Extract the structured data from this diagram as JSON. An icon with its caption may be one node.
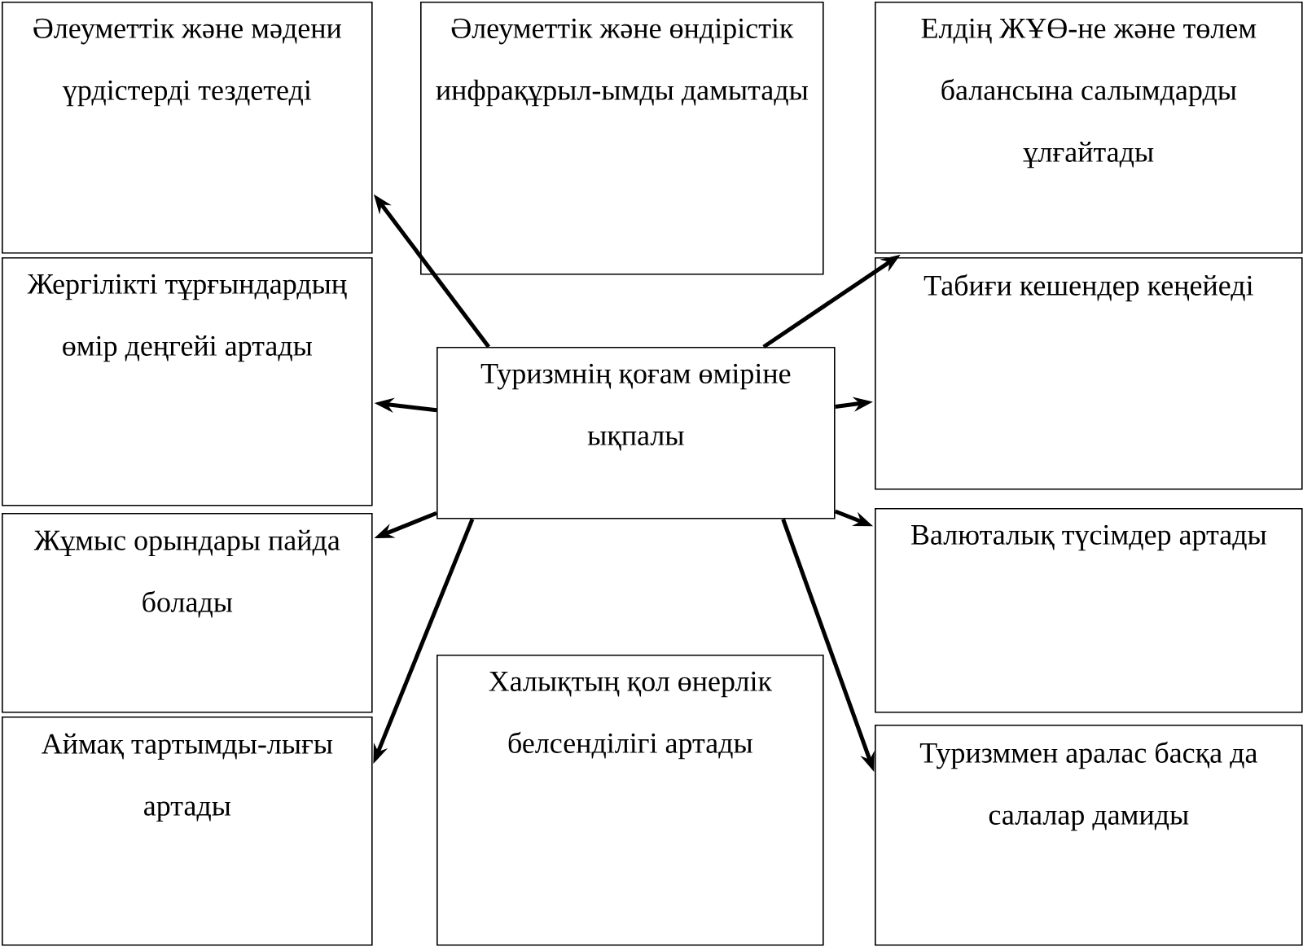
{
  "diagram": {
    "nodes": [
      {
        "text": [
          "Әлеуметтік және мәдени үрдістерді тездетеді"
        ]
      },
      {
        "text": [
          "Әлеуметтік және өндірістік инфрақұрыл-ымды дамытады"
        ]
      },
      {
        "text": [
          "Елдің ЖҰӨ-не және төлем балансына салымдарды ұлғайтады"
        ]
      },
      {
        "text": [
          "Жергілікті тұрғындардың өмір деңгейі артады"
        ]
      },
      {
        "text": [
          "Туризмнің қоғам өміріне ықпалы"
        ]
      },
      {
        "text": [
          "Табиғи кешендер кеңейеді"
        ]
      },
      {
        "text": [
          "Жұмыс орындары пайда болады"
        ]
      },
      {
        "text": [
          "Валюталық түсімдер артады"
        ]
      },
      {
        "text": [
          "Аймақ тартымды-лығы артады"
        ]
      },
      {
        "text": [
          "Халықтың қол өнерлік белсенділігі артады"
        ]
      },
      {
        "text": [
          "Туризммен аралас басқа да салалар дамиды"
        ]
      }
    ],
    "edges": [
      {
        "from": 4,
        "to": 0,
        "arrow": "to"
      },
      {
        "from": 4,
        "to": 2,
        "arrow": "to"
      },
      {
        "from": 4,
        "to": 3,
        "arrow": "to"
      },
      {
        "from": 4,
        "to": 5,
        "arrow": "to"
      },
      {
        "from": 4,
        "to": 6,
        "arrow": "to"
      },
      {
        "from": 4,
        "to": 7,
        "arrow": "to"
      },
      {
        "from": 4,
        "to": 8,
        "arrow": "to"
      },
      {
        "from": 4,
        "to": 10,
        "arrow": "to"
      }
    ]
  }
}
